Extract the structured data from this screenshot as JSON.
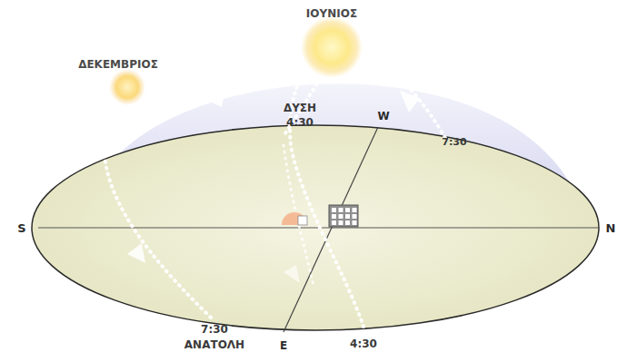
{
  "diagram": {
    "labels": [
      "ΙΟΥΝΙΟΣ",
      "ΔΕΚΕΜΒΡΙΟΣ",
      "ΔΥΣΗ",
      "4:30",
      "W",
      "7:30",
      "S",
      "N",
      "7:30",
      "ΑΝΑΤΟΛΗ",
      "E",
      "4:30"
    ]
  }
}
